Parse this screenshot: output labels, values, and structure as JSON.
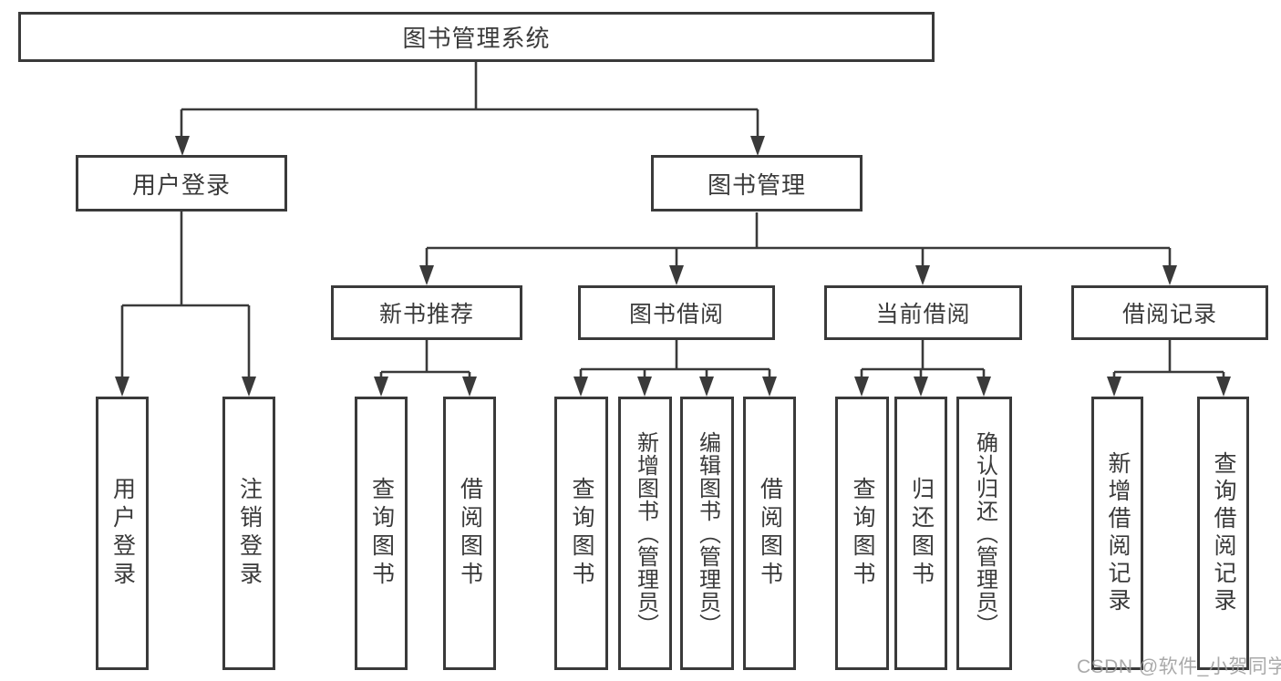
{
  "nodes": {
    "root": "图书管理系统",
    "user_login": "用户登录",
    "book_mgmt": "图书管理",
    "new_book": "新书推荐",
    "book_borrow": "图书借阅",
    "current_borrow": "当前借阅",
    "borrow_record": "借阅记录",
    "leaves": {
      "user_login": [
        "用户登录",
        "注销登录"
      ],
      "new_book": [
        "查询图书",
        "借阅图书"
      ],
      "book_borrow": [
        "查询图书",
        "新增图书（管理员）",
        "编辑图书（管理员）",
        "借阅图书"
      ],
      "current_borrow": [
        "查询图书",
        "归还图书",
        "确认归还（管理员）"
      ],
      "borrow_record": [
        "新增借阅记录",
        "查询借阅记录"
      ]
    }
  },
  "watermark": "CSDN @软件_小贺同学",
  "colors": {
    "line": "#3a3a3a",
    "text": "#3a3a3a",
    "background": "#ffffff",
    "watermark": "#9b9b9b"
  }
}
